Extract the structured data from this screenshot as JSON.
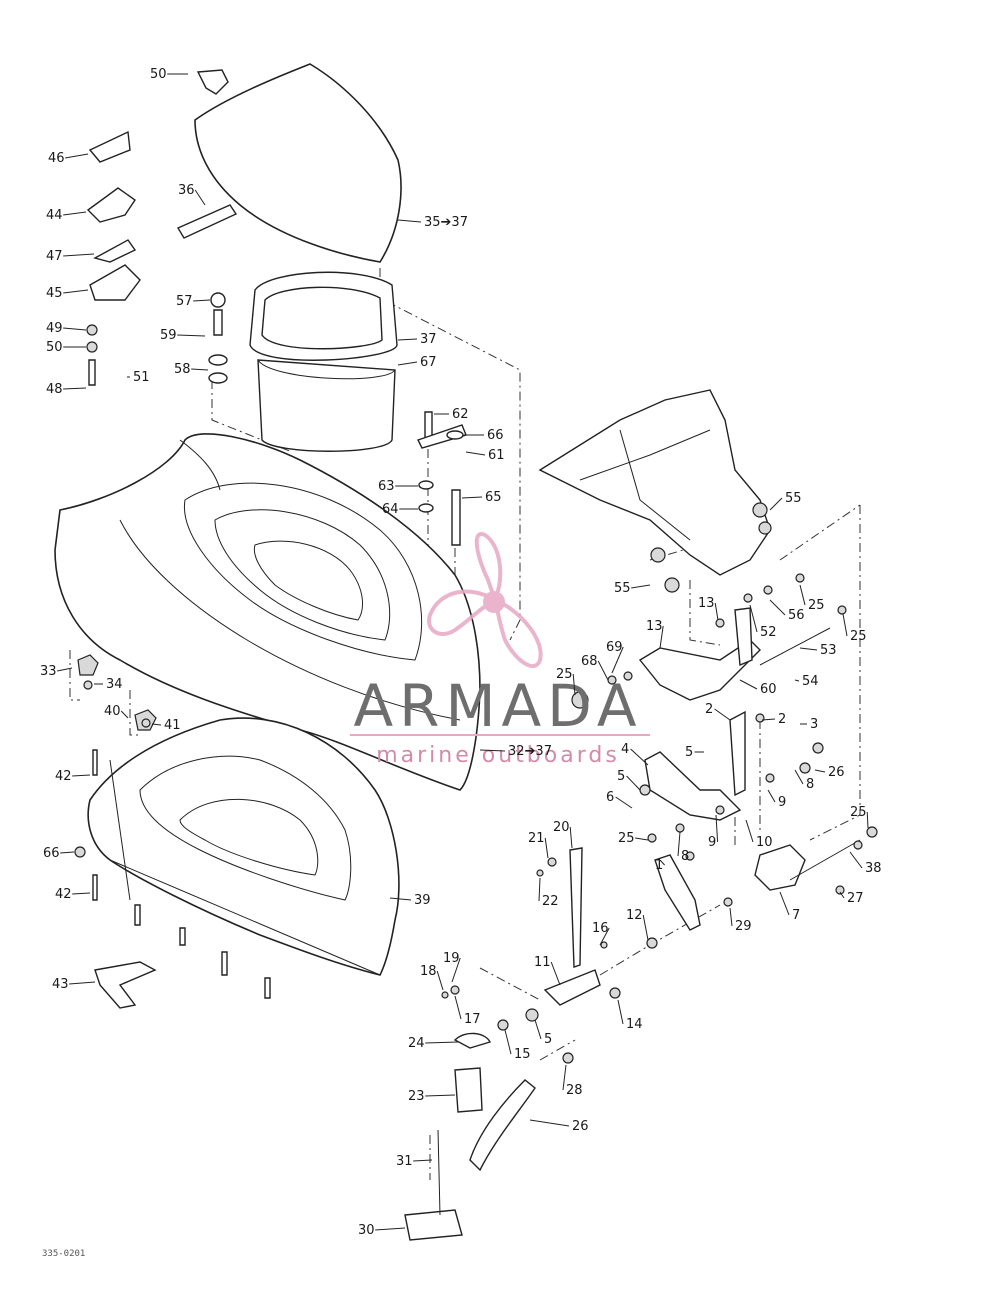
{
  "watermark": {
    "brand": "ARMADA",
    "tagline": "marine outboards",
    "logo_color": "#e7a9c4",
    "text_color": "#6e6e6e"
  },
  "drawing_code": "335-0201",
  "callouts": [
    {
      "id": "c50a",
      "text": "50"
    },
    {
      "id": "c46",
      "text": "46"
    },
    {
      "id": "c44",
      "text": "44"
    },
    {
      "id": "c36",
      "text": "36"
    },
    {
      "id": "c35",
      "text": "35➔37"
    },
    {
      "id": "c47",
      "text": "47"
    },
    {
      "id": "c45",
      "text": "45"
    },
    {
      "id": "c57",
      "text": "57"
    },
    {
      "id": "c49",
      "text": "49"
    },
    {
      "id": "c59",
      "text": "59"
    },
    {
      "id": "c37",
      "text": "37"
    },
    {
      "id": "c50b",
      "text": "50"
    },
    {
      "id": "c67",
      "text": "67"
    },
    {
      "id": "c58",
      "text": "58"
    },
    {
      "id": "c48",
      "text": "48"
    },
    {
      "id": "c51",
      "text": "51"
    },
    {
      "id": "c62",
      "text": "62"
    },
    {
      "id": "c66a",
      "text": "66"
    },
    {
      "id": "c61",
      "text": "61"
    },
    {
      "id": "c63",
      "text": "63"
    },
    {
      "id": "c65",
      "text": "65"
    },
    {
      "id": "c64",
      "text": "64"
    },
    {
      "id": "c55a",
      "text": "55"
    },
    {
      "id": "c55b",
      "text": "55"
    },
    {
      "id": "c13a",
      "text": "13"
    },
    {
      "id": "c56",
      "text": "56"
    },
    {
      "id": "c25a",
      "text": "25"
    },
    {
      "id": "c25b",
      "text": "25"
    },
    {
      "id": "c52",
      "text": "52"
    },
    {
      "id": "c13b",
      "text": "13"
    },
    {
      "id": "c53",
      "text": "53"
    },
    {
      "id": "c69",
      "text": "69"
    },
    {
      "id": "c68",
      "text": "68"
    },
    {
      "id": "c25c",
      "text": "25"
    },
    {
      "id": "c60",
      "text": "60"
    },
    {
      "id": "c54",
      "text": "54"
    },
    {
      "id": "c33",
      "text": "33"
    },
    {
      "id": "c34",
      "text": "34"
    },
    {
      "id": "c40",
      "text": "40"
    },
    {
      "id": "c41",
      "text": "41"
    },
    {
      "id": "c2a",
      "text": "2"
    },
    {
      "id": "c2b",
      "text": "2"
    },
    {
      "id": "c3",
      "text": "3"
    },
    {
      "id": "c32",
      "text": "32➔37"
    },
    {
      "id": "c4",
      "text": "4"
    },
    {
      "id": "c5a",
      "text": "5"
    },
    {
      "id": "c26a",
      "text": "26"
    },
    {
      "id": "c42a",
      "text": "42"
    },
    {
      "id": "c5b",
      "text": "5"
    },
    {
      "id": "c8a",
      "text": "8"
    },
    {
      "id": "c9a",
      "text": "9"
    },
    {
      "id": "c6",
      "text": "6"
    },
    {
      "id": "c25d",
      "text": "25"
    },
    {
      "id": "c10",
      "text": "10"
    },
    {
      "id": "c25e",
      "text": "25"
    },
    {
      "id": "c8b",
      "text": "8"
    },
    {
      "id": "c9b",
      "text": "9"
    },
    {
      "id": "c21",
      "text": "21"
    },
    {
      "id": "c20",
      "text": "20"
    },
    {
      "id": "c66b",
      "text": "66"
    },
    {
      "id": "c1",
      "text": "1"
    },
    {
      "id": "c38a",
      "text": "38"
    },
    {
      "id": "c22",
      "text": "22"
    },
    {
      "id": "c42b",
      "text": "42"
    },
    {
      "id": "c39",
      "text": "39"
    },
    {
      "id": "c27",
      "text": "27"
    },
    {
      "id": "c7",
      "text": "7"
    },
    {
      "id": "c12",
      "text": "12"
    },
    {
      "id": "c29",
      "text": "29"
    },
    {
      "id": "c16",
      "text": "16"
    },
    {
      "id": "c19",
      "text": "19"
    },
    {
      "id": "c11",
      "text": "11"
    },
    {
      "id": "c18",
      "text": "18"
    },
    {
      "id": "c43",
      "text": "43"
    },
    {
      "id": "c17",
      "text": "17"
    },
    {
      "id": "c14",
      "text": "14"
    },
    {
      "id": "c24",
      "text": "24"
    },
    {
      "id": "c15",
      "text": "15"
    },
    {
      "id": "c5c",
      "text": "5"
    },
    {
      "id": "c28",
      "text": "28"
    },
    {
      "id": "c23",
      "text": "23"
    },
    {
      "id": "c26b",
      "text": "26"
    },
    {
      "id": "c31",
      "text": "31"
    },
    {
      "id": "c30",
      "text": "30"
    }
  ]
}
